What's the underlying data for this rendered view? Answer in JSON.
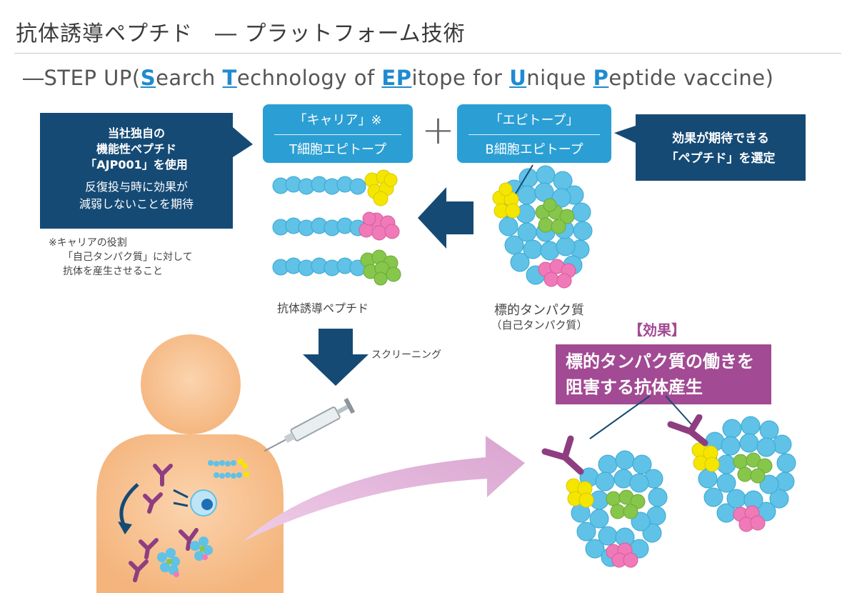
{
  "header": {
    "title": "抗体誘導ペプチド　― プラットフォーム技術"
  },
  "subtitle": {
    "prefix": "―STEP UP(",
    "s_key": "S",
    "s_rest": "earch ",
    "t_key": "T",
    "t_rest": "echnology of ",
    "ep_key": "EP",
    "ep_rest": "itope for ",
    "u_key": "U",
    "u_rest": "nique ",
    "p_key": "P",
    "p_rest": "eptide vaccine)"
  },
  "carrier_box": {
    "top": "「キャリア」※",
    "bottom": "T細胞エピトープ"
  },
  "plus_sign": "+",
  "epitope_box": {
    "top": "「エピトープ」",
    "bottom": "B細胞エピトープ"
  },
  "left_callout": {
    "line1": "当社独自の",
    "line2": "機能性ペプチド",
    "line3": "「AJP001」を使用",
    "line4": "反復投与時に効果が",
    "line5": "減弱しないことを期待"
  },
  "right_callout": {
    "line1": "効果が期待できる",
    "line2": "「ペプチド」を選定"
  },
  "carrier_note": {
    "line1": "※キャリアの役割",
    "line2": "「自己タンパク質」に対して",
    "line3": "抗体を産生させること"
  },
  "labels": {
    "peptide": "抗体誘導ペプチド",
    "target_protein": "標的タンパク質",
    "self_protein": "（自己タンパク質）",
    "screening": "スクリーニング"
  },
  "effect": {
    "heading": "【効果】",
    "line1": "標的タンパク質の働きを",
    "line2": "阻害する抗体産生"
  },
  "colors": {
    "navy": "#154a75",
    "accent_blue": "#2b9fd4",
    "purple": "#a24a93",
    "bead_blue": "#5fc2e6",
    "yellow": "#f5e600",
    "pink": "#f07ab8",
    "green": "#86c64a",
    "skin": "#f7c08e",
    "antibody": "#8e3e80"
  },
  "icons": [
    "left-arrow-icon",
    "down-arrow-icon",
    "plus-icon",
    "syringe-icon",
    "antibody-icon",
    "t-cell-icon",
    "cycle-arrow-icon"
  ]
}
